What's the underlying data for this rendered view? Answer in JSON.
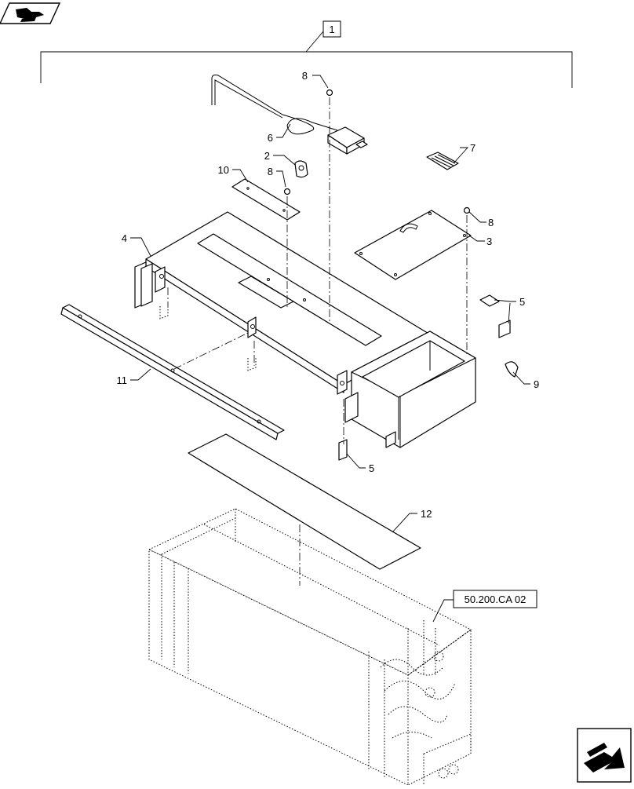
{
  "diagram": {
    "assembly_ref": "1",
    "cross_ref": "50.200.CA 02",
    "callouts": {
      "c2": "2",
      "c3": "3",
      "c4": "4",
      "c5a": "5",
      "c5b": "5",
      "c6": "6",
      "c7": "7",
      "c8a": "8",
      "c8b": "8",
      "c8c": "8",
      "c9": "9",
      "c10": "10",
      "c11": "11",
      "c12": "12"
    }
  },
  "icons": {
    "top_left": "book-navigation-icon",
    "bottom_right": "next-page-arrow-icon"
  }
}
